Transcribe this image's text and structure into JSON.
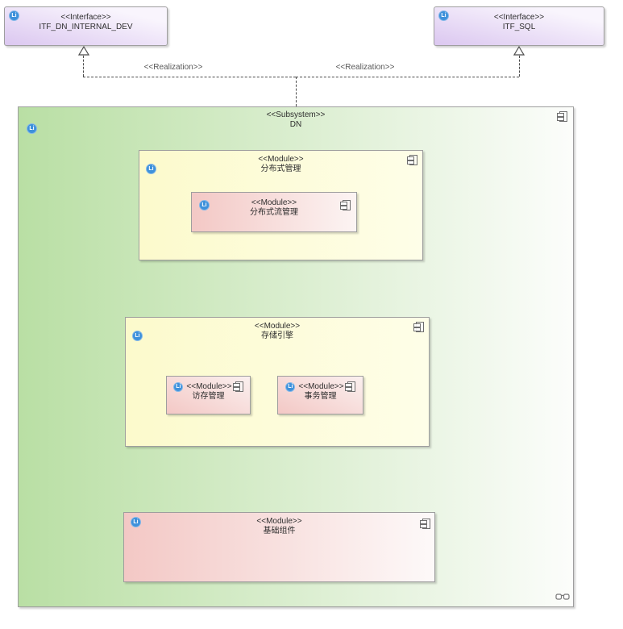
{
  "badge_label": "Li",
  "interfaces": [
    {
      "stereotype": "<<Interface>>",
      "name": "ITF_DN_INTERNAL_DEV"
    },
    {
      "stereotype": "<<Interface>>",
      "name": "ITF_SQL"
    }
  ],
  "connectors": {
    "left_label": "<<Realization>>",
    "right_label": "<<Realization>>"
  },
  "subsystem": {
    "stereotype": "<<Subsystem>>",
    "name": "DN",
    "modules": [
      {
        "stereotype": "<<Module>>",
        "name": "分布式管理",
        "children": [
          {
            "stereotype": "<<Module>>",
            "name": "分布式流管理"
          }
        ]
      },
      {
        "stereotype": "<<Module>>",
        "name": "存储引擎",
        "children": [
          {
            "stereotype": "<<Module>>",
            "name": "访存管理"
          },
          {
            "stereotype": "<<Module>>",
            "name": "事务管理"
          }
        ]
      },
      {
        "stereotype": "<<Module>>",
        "name": "基础组件"
      }
    ]
  },
  "colors": {
    "interface_fill": "#dbc7f0",
    "subsystem_fill": "#b9dfa4",
    "module_yellow_fill": "#fcfacc",
    "module_pink_fill": "#f3c8c5",
    "badge_blue": "#3e91db"
  }
}
